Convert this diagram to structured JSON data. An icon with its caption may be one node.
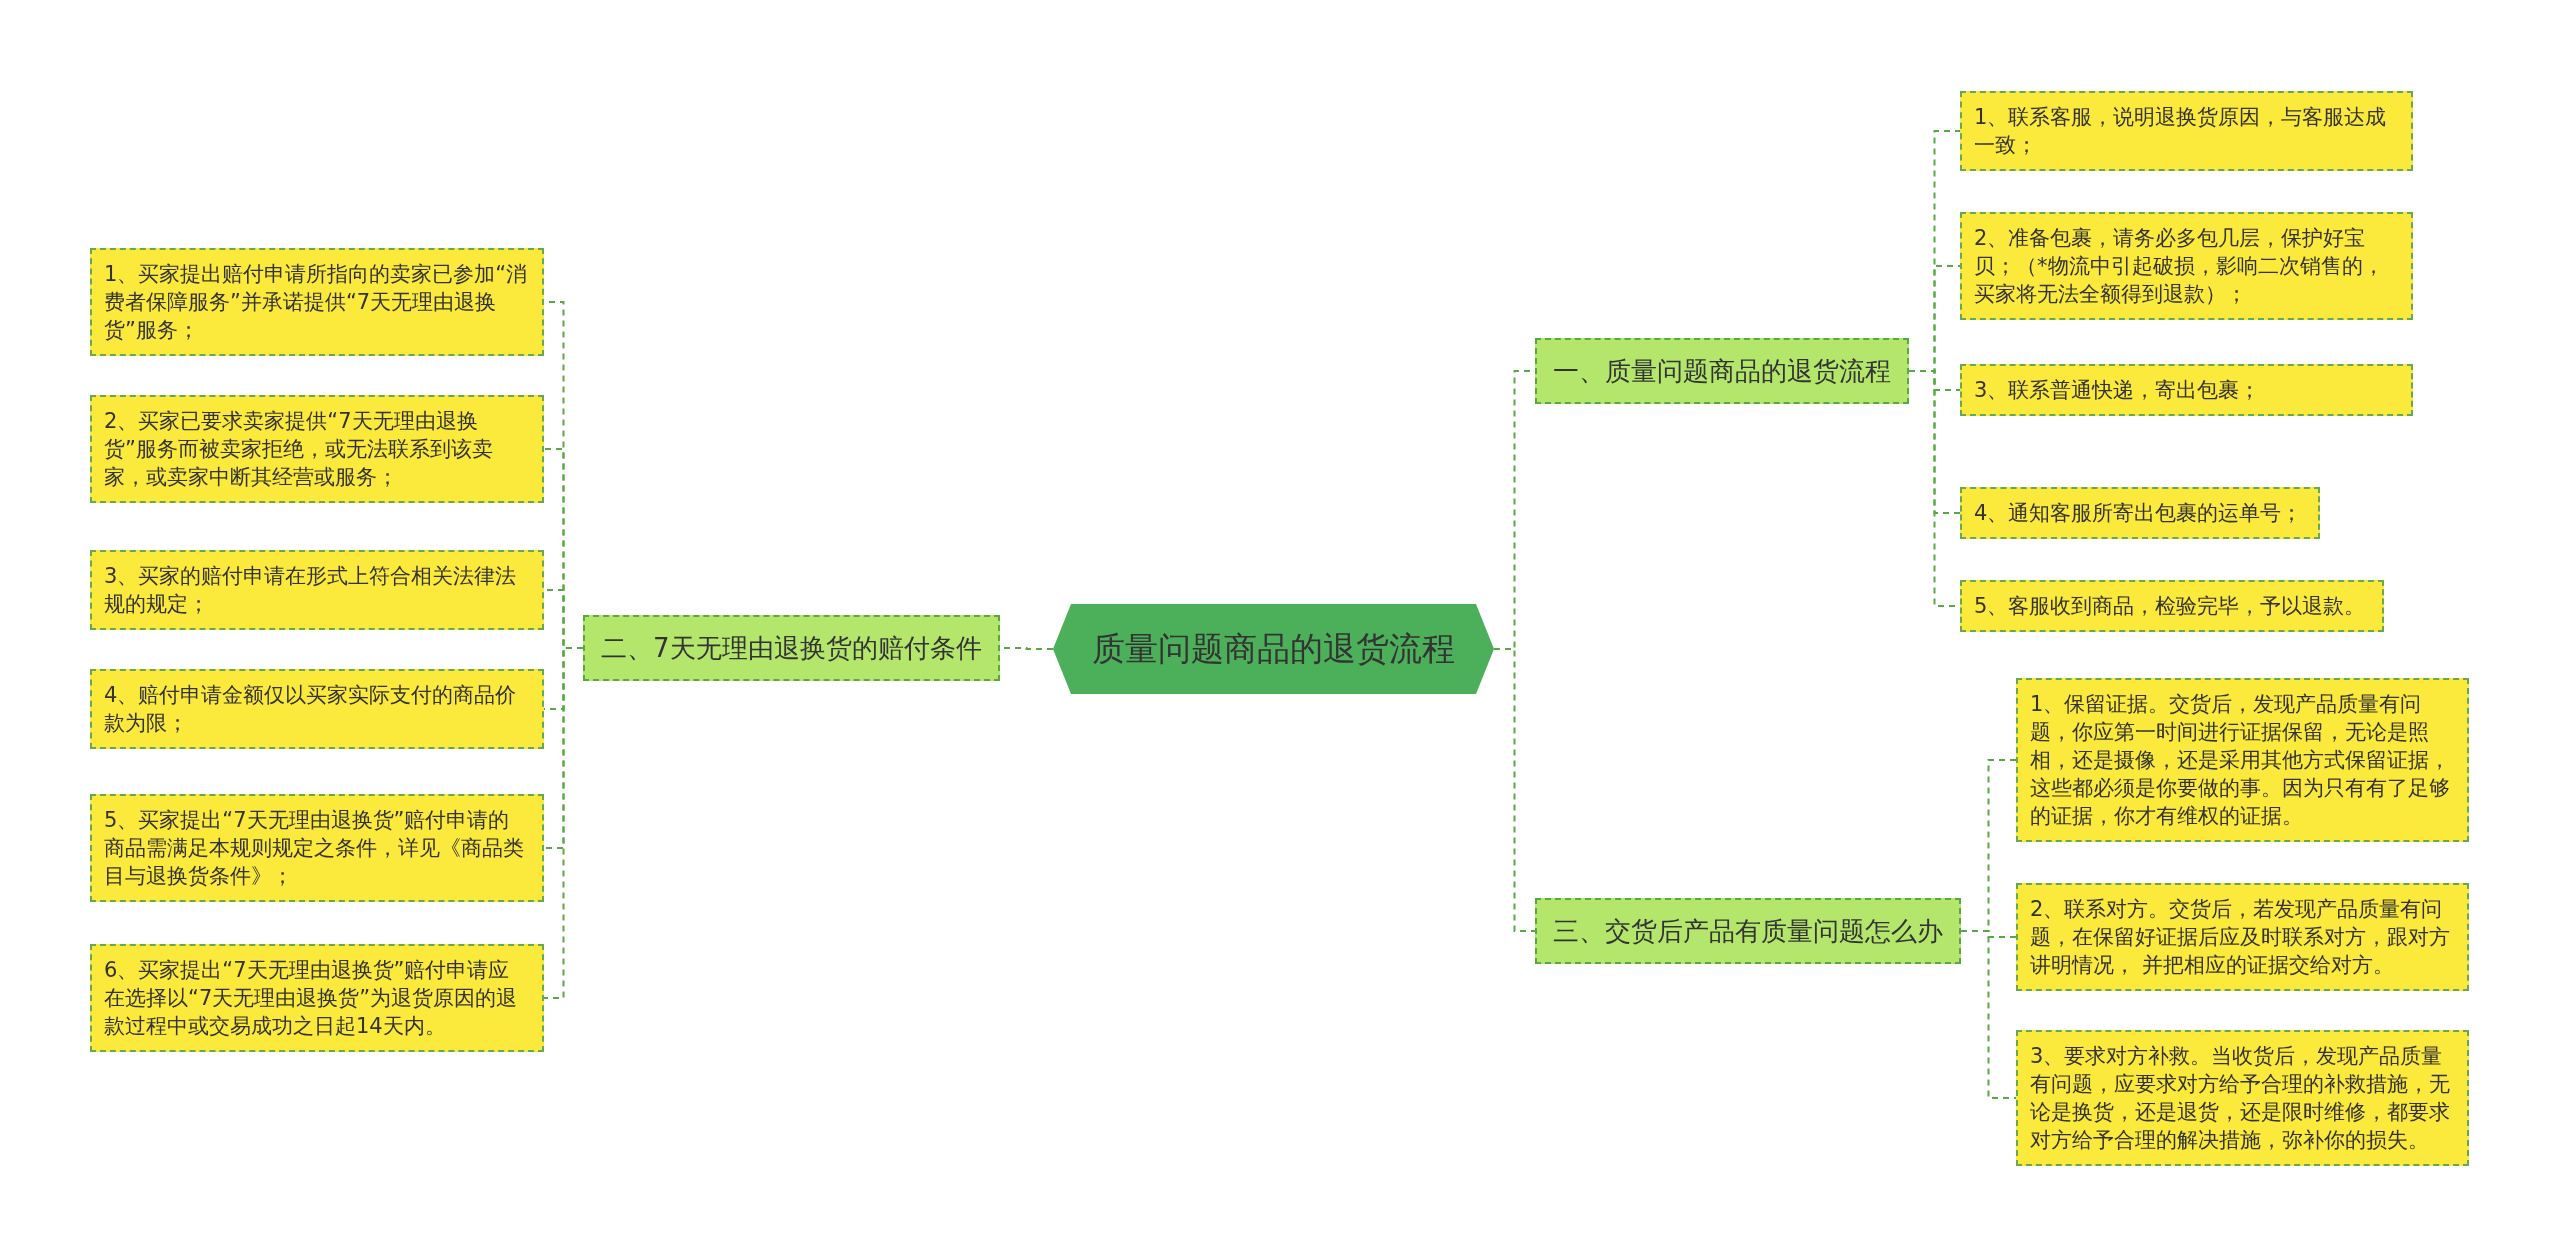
{
  "diagram": {
    "nodes": [
      {
        "text": [
          "质量问题商品的退货流程"
        ]
      },
      {
        "text": [
          "一、质量问题商品的退货流程"
        ]
      },
      {
        "text": [
          "1、联系客服，说明退换货原因，与客服达成一致；"
        ]
      },
      {
        "text": [
          "2、准备包裹，请务必多包几层，保护好宝贝；（*物流中引起破损，影响二次销售的，买家将无法全额得到退款）；"
        ]
      },
      {
        "text": [
          "3、联系普通快递，寄出包裹；"
        ]
      },
      {
        "text": [
          "4、通知客服所寄出包裹的运单号；"
        ]
      },
      {
        "text": [
          "5、客服收到商品，检验完毕，予以退款。"
        ]
      },
      {
        "text": [
          "三、交货后产品有质量问题怎么办"
        ]
      },
      {
        "text": [
          "1、保留证据。交货后，发现产品质量有问题，你应第一时间进行证据保留，无论是照相，还是摄像，还是采用其他方式保留证据，这些都必须是你要做的事。因为只有有了足够的证据，你才有维权的证据。"
        ]
      },
      {
        "text": [
          "2、联系对方。交货后，若发现产品质量有问题，在保留好证据后应及时联系对方，跟对方讲明情况， 并把相应的证据交给对方。"
        ]
      },
      {
        "text": [
          "3、要求对方补救。当收货后，发现产品质量有问题，应要求对方给予合理的补救措施，无论是换货，还是退货，还是限时维修，都要求对方给予合理的解决措施，弥补你的损失。"
        ]
      },
      {
        "text": [
          "二、7天无理由退换货的赔付条件"
        ]
      },
      {
        "text": [
          "1、买家提出赔付申请所指向的卖家已参加“消费者保障服务”并承诺提供“7天无理由退换货”服务；"
        ]
      },
      {
        "text": [
          "2、买家已要求卖家提供“7天无理由退换货”服务而被卖家拒绝，或无法联系到该卖家，或卖家中断其经营或服务；"
        ]
      },
      {
        "text": [
          "3、买家的赔付申请在形式上符合相关法律法规的规定；"
        ]
      },
      {
        "text": [
          "4、赔付申请金额仅以买家实际支付的商品价款为限；"
        ]
      },
      {
        "text": [
          "5、买家提出“7天无理由退换货”赔付申请的商品需满足本规则规定之条件，详见《商品类目与退换货条件》；"
        ]
      },
      {
        "text": [
          "6、买家提出“7天无理由退换货”赔付申请应在选择以“7天无理由退换货”为退货原因的退款过程中或交易成功之日起14天内。"
        ]
      }
    ],
    "edges": [
      {
        "from": 0,
        "to": 1,
        "arrow": "none",
        "style": "dashed"
      },
      {
        "from": 0,
        "to": 7,
        "arrow": "none",
        "style": "dashed"
      },
      {
        "from": 0,
        "to": 11,
        "arrow": "none",
        "style": "dashed"
      },
      {
        "from": 1,
        "to": 2,
        "arrow": "none",
        "style": "dashed"
      },
      {
        "from": 1,
        "to": 3,
        "arrow": "none",
        "style": "dashed"
      },
      {
        "from": 1,
        "to": 4,
        "arrow": "none",
        "style": "dashed"
      },
      {
        "from": 1,
        "to": 5,
        "arrow": "none",
        "style": "dashed"
      },
      {
        "from": 1,
        "to": 6,
        "arrow": "none",
        "style": "dashed"
      },
      {
        "from": 7,
        "to": 8,
        "arrow": "none",
        "style": "dashed"
      },
      {
        "from": 7,
        "to": 9,
        "arrow": "none",
        "style": "dashed"
      },
      {
        "from": 7,
        "to": 10,
        "arrow": "none",
        "style": "dashed"
      },
      {
        "from": 11,
        "to": 12,
        "arrow": "none",
        "style": "dashed"
      },
      {
        "from": 11,
        "to": 13,
        "arrow": "none",
        "style": "dashed"
      },
      {
        "from": 11,
        "to": 14,
        "arrow": "none",
        "style": "dashed"
      },
      {
        "from": 11,
        "to": 15,
        "arrow": "none",
        "style": "dashed"
      },
      {
        "from": 11,
        "to": 16,
        "arrow": "none",
        "style": "dashed"
      },
      {
        "from": 11,
        "to": 17,
        "arrow": "none",
        "style": "dashed"
      }
    ]
  }
}
